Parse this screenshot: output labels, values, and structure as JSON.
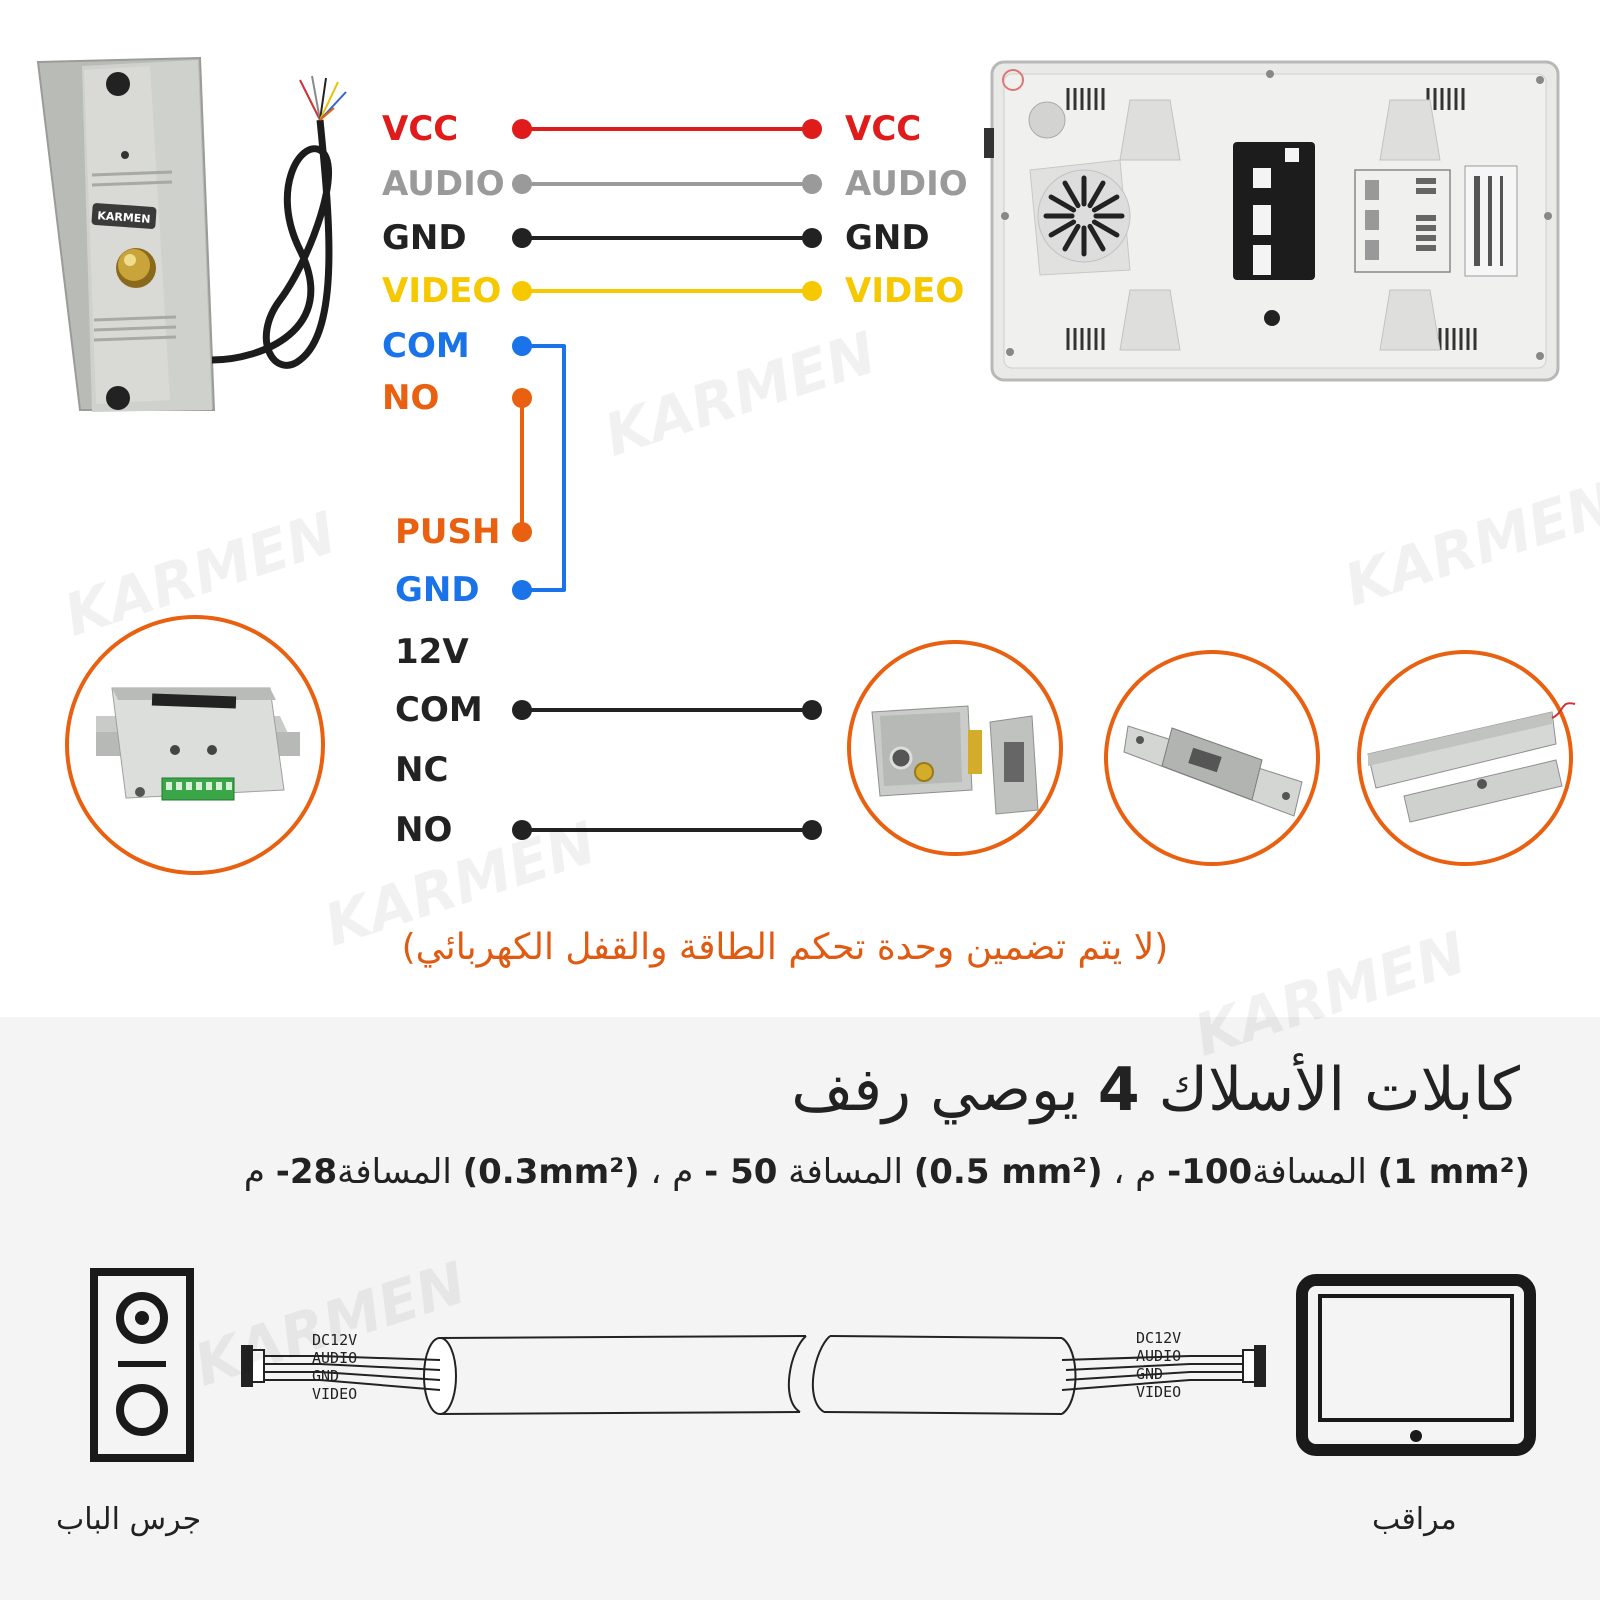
{
  "brand": {
    "doorbell_logo": "KARMEN",
    "watermark": "KARMEN"
  },
  "colors": {
    "vcc": "#e01b1b",
    "audio": "#9a9a9a",
    "gnd": "#222222",
    "video": "#f5c800",
    "com": "#1a73e8",
    "no": "#e86010",
    "accent": "#e86010"
  },
  "wiring": {
    "outdoor_pins": [
      "VCC",
      "AUDIO",
      "GND",
      "VIDEO",
      "COM",
      "NO"
    ],
    "monitor_pins": [
      "VCC",
      "AUDIO",
      "GND",
      "VIDEO"
    ],
    "exit_button_pins": [
      "PUSH",
      "GND"
    ],
    "power_supply_pins": [
      "12V",
      "COM",
      "NC",
      "NO"
    ]
  },
  "icons": {
    "outdoor_unit": "doorbell-camera-icon",
    "indoor_monitor": "monitor-back-icon",
    "power_supply": "power-supply-icon",
    "locks": [
      "electric-rim-lock-icon",
      "electric-strike-lock-icon",
      "magnetic-lock-icon"
    ]
  },
  "note": "(لا يتم تضمين وحدة تحكم الطاقة والقفل الكهربائي)",
  "cable": {
    "title_text": "كابلات الأسلاك",
    "title_number": "4",
    "title_suffix": "يوصي رفف",
    "spec_1_mm": "(1 mm²)",
    "spec_1_len": "100-",
    "spec_1_unit": "م",
    "spec_2_mm": "(0.5 mm²)",
    "spec_2_len": "50 -",
    "spec_2_unit": "م",
    "spec_3_mm": "(0.3mm²)",
    "spec_3_len": "28-",
    "spec_3_unit": "م",
    "distance_word": "المسافة",
    "separator": "،",
    "connector_labels": [
      "DC12V",
      "AUDIO",
      "GND",
      "VIDEO"
    ]
  },
  "captions": {
    "door_bell": "جرس الباب",
    "monitor": "مراقب"
  }
}
